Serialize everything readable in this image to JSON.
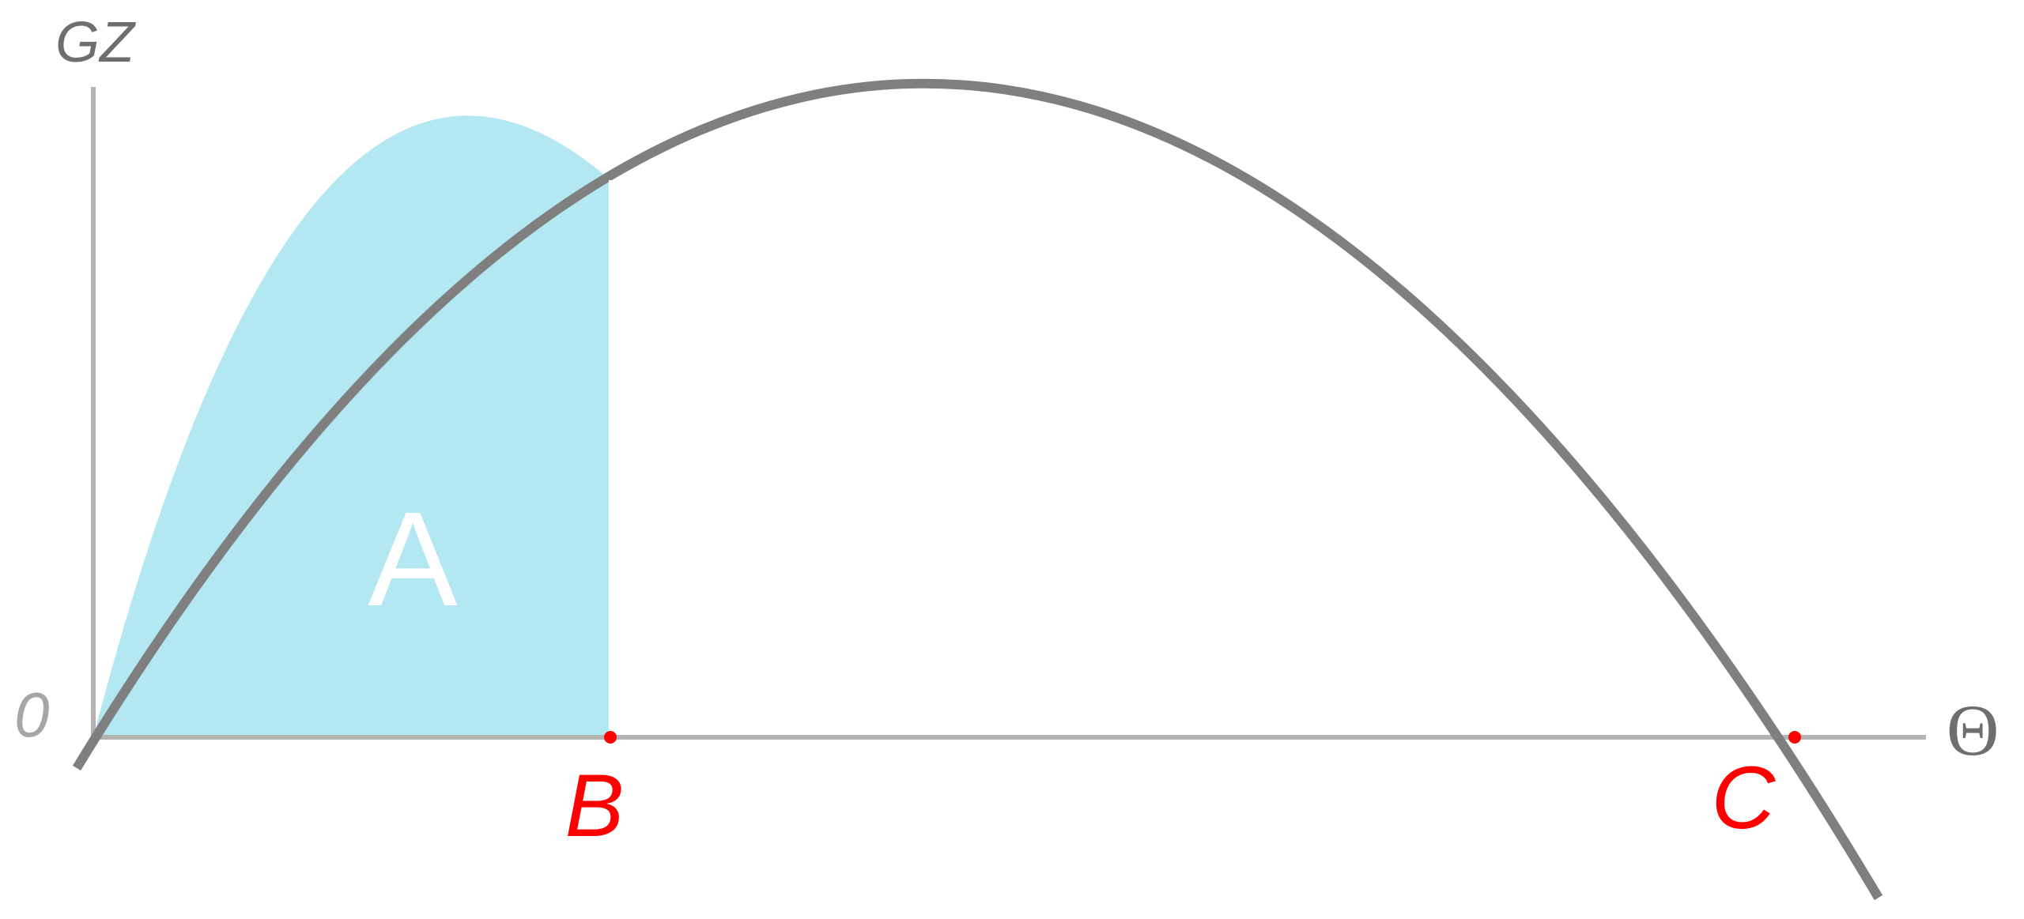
{
  "diagram": {
    "y_axis_label": "GZ",
    "x_axis_label": "Θ",
    "origin_label": "0",
    "area_label": "A",
    "points": [
      {
        "label": "B"
      },
      {
        "label": "C"
      }
    ]
  },
  "colors": {
    "curve": "#7f7f7f",
    "axes": "#b3b3b3",
    "area_fill": "#b3e7f2",
    "point": "#ff0000"
  }
}
